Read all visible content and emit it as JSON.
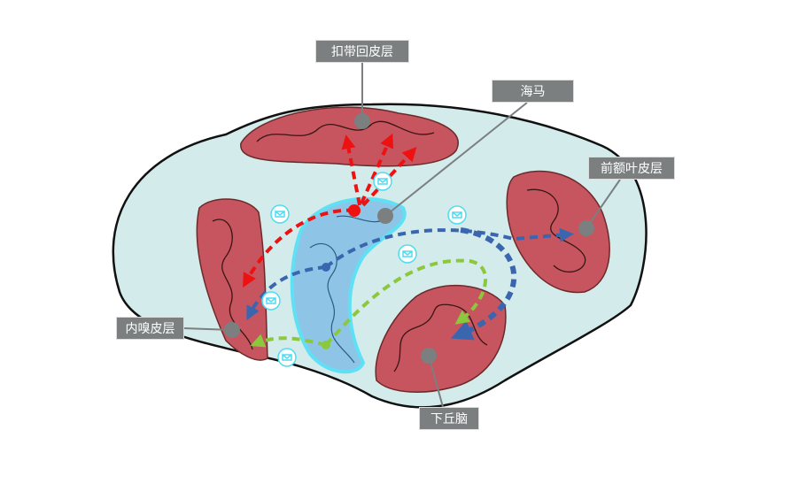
{
  "labels": {
    "cingulate_cortex": "扣带回皮层",
    "hippocampus": "海马",
    "prefrontal_cortex": "前额叶皮层",
    "entorhinal_cortex": "内嗅皮层",
    "hypothalamus": "下丘脑"
  },
  "colors": {
    "brain_fill": "#d3ebeb",
    "region_fill": "#c6555f",
    "hippocampus_fill": "#8ec5e6",
    "red_signal": "#ee1111",
    "blue_signal": "#3a66b0",
    "green_signal": "#8cc83c",
    "label_bg": "#7b7f80"
  },
  "icons": [
    "mail-icon"
  ]
}
